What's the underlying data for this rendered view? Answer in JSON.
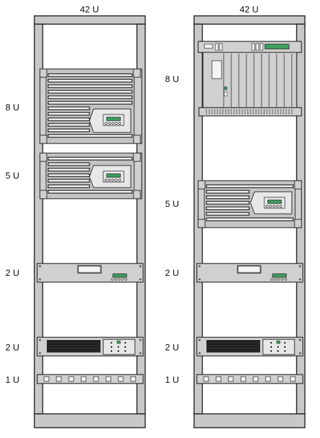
{
  "racks": [
    {
      "id": "left",
      "capacity_label": "42 U",
      "units": [
        {
          "kind": "ups-tower-module",
          "size_label": "8 U"
        },
        {
          "kind": "ups-battery-module",
          "size_label": "5 U"
        },
        {
          "kind": "ups-2u-display",
          "size_label": "2 U"
        },
        {
          "kind": "ups-2u-vent",
          "size_label": "2 U"
        },
        {
          "kind": "pdu-strip",
          "size_label": "1 U"
        }
      ]
    },
    {
      "id": "right",
      "capacity_label": "42 U",
      "units": [
        {
          "kind": "ups-modular-chassis",
          "size_label": "8 U"
        },
        {
          "kind": "ups-battery-module",
          "size_label": "5 U"
        },
        {
          "kind": "ups-2u-display",
          "size_label": "2 U"
        },
        {
          "kind": "ups-2u-vent",
          "size_label": "2 U"
        },
        {
          "kind": "pdu-strip",
          "size_label": "1 U"
        }
      ]
    }
  ],
  "colors": {
    "frame": "#c8c8c8",
    "frame_stroke": "#2b2b2b",
    "device": "#d0d0d0",
    "display": "#3fa060",
    "vent": "#1e1e1e"
  }
}
